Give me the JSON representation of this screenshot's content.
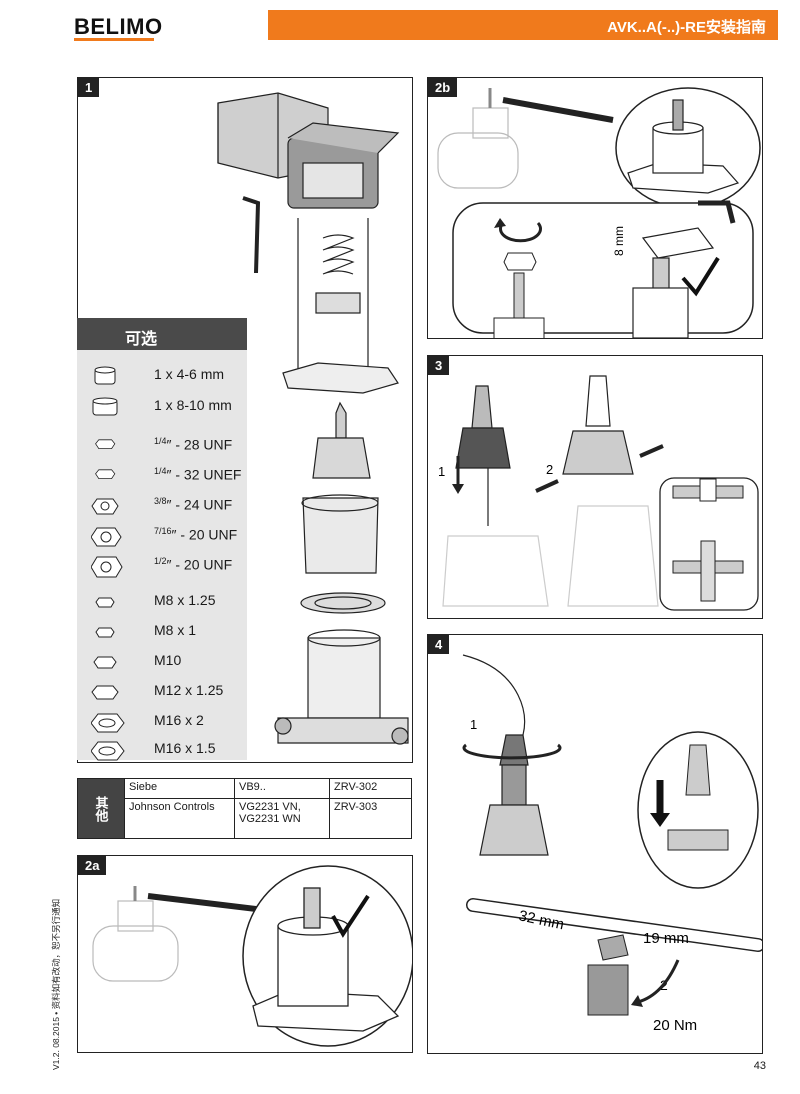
{
  "header": {
    "brand": "BELIMO",
    "title": "AVK..A(-..)-RE安装指南"
  },
  "panels": {
    "p1": "1",
    "p2b": "2b",
    "p3": "3",
    "p4": "4",
    "p2a": "2a"
  },
  "optional": {
    "heading": "可选",
    "items": [
      {
        "pre": "",
        "sup": "",
        "text": "1 x 4-6 mm"
      },
      {
        "pre": "",
        "sup": "",
        "text": "1 x 8-10 mm"
      },
      {
        "pre": "",
        "sup": "1/4",
        "text": "″ - 28 UNF"
      },
      {
        "pre": "",
        "sup": "1/4",
        "text": "″ - 32 UNEF"
      },
      {
        "pre": "",
        "sup": "3/8",
        "text": "″ - 24 UNF"
      },
      {
        "pre": "",
        "sup": "7/16",
        "text": "″ - 20 UNF"
      },
      {
        "pre": "",
        "sup": "1/2",
        "text": "″ - 20 UNF"
      },
      {
        "pre": "",
        "sup": "",
        "text": "M8 x 1.25"
      },
      {
        "pre": "",
        "sup": "",
        "text": "M8 x 1"
      },
      {
        "pre": "",
        "sup": "",
        "text": "M10"
      },
      {
        "pre": "",
        "sup": "",
        "text": "M12 x 1.25"
      },
      {
        "pre": "",
        "sup": "",
        "text": "M16 x 2"
      },
      {
        "pre": "",
        "sup": "",
        "text": "M16 x 1.5"
      }
    ]
  },
  "others": {
    "label": "其他",
    "rows": [
      {
        "maker": "Siebe",
        "valve": "VB9..",
        "kit": "ZRV-302"
      },
      {
        "maker": "Johnson Controls",
        "valve": "VG2231 VN,\nVG2231 WN",
        "kit": "ZRV-303"
      }
    ]
  },
  "annotations": {
    "p2b_dim": "8 mm",
    "p3_step1": "1",
    "p3_step2": "2",
    "p4_step1": "1",
    "p4_step2": "2",
    "wrench32": "32 mm",
    "wrench19": "19 mm",
    "torque": "20 Nm"
  },
  "footer": {
    "side_note": "V1.2. 08.2015 • 资料如有改动，恕不另行通知",
    "page": "43"
  },
  "colors": {
    "accent": "#f07a1c",
    "dark": "#222222",
    "panel_gray": "#e6e6e6"
  }
}
